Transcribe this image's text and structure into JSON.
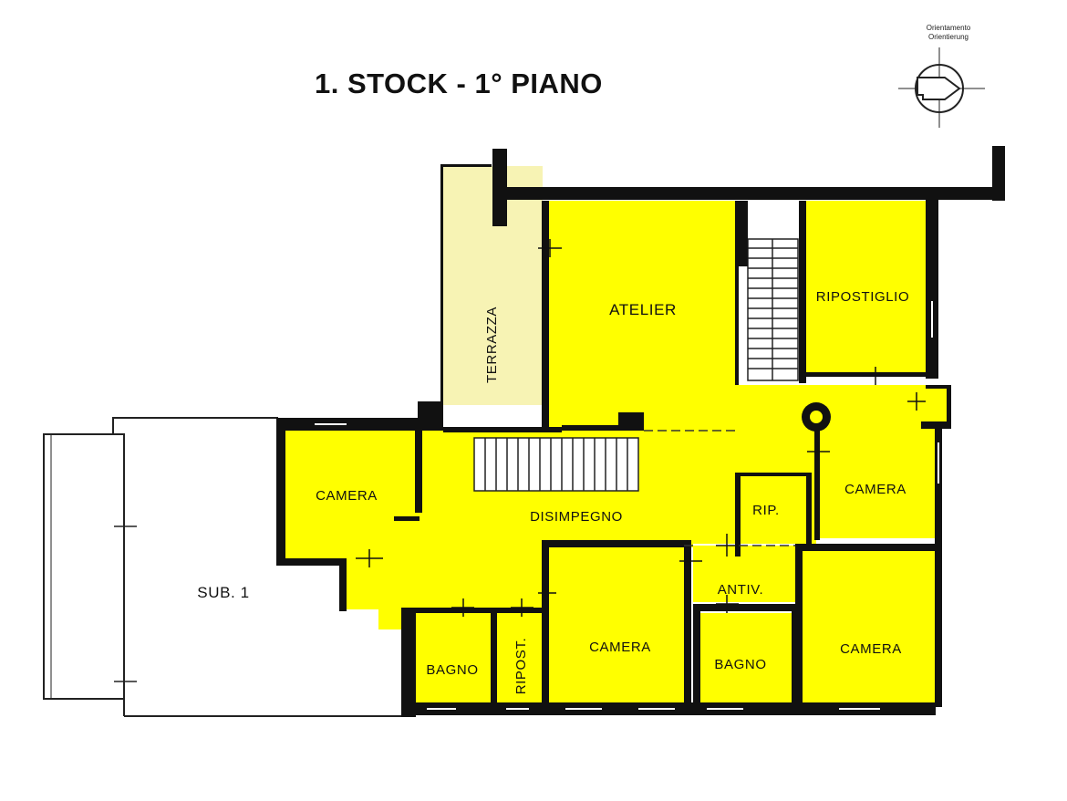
{
  "title": "1. STOCK - 1° PIANO",
  "orientation": {
    "line1": "Orientamento",
    "line2": "Orientierung"
  },
  "rooms": {
    "terrazza": "TERRAZZA",
    "atelier": "ATELIER",
    "ripostiglio": "RIPOSTIGLIO",
    "camera_left": "CAMERA",
    "disimpegno": "DISIMPEGNO",
    "rip": "RIP.",
    "camera_right_upper": "CAMERA",
    "antiv": "ANTIV.",
    "sub1": "SUB. 1",
    "bagno_left": "BAGNO",
    "ripost": "RIPOST.",
    "camera_center": "CAMERA",
    "bagno_right": "BAGNO",
    "camera_right_lower": "CAMERA"
  },
  "colors": {
    "room_fill": "#ffff00",
    "terrace_fill": "#f7f3b4",
    "wall": "#111111",
    "background": "#ffffff"
  }
}
